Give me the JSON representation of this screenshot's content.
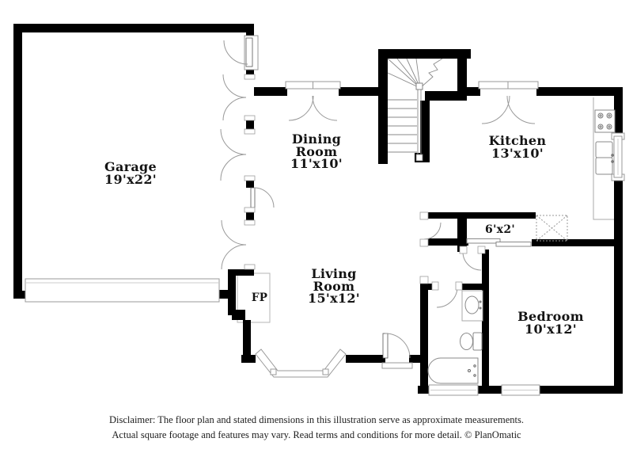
{
  "floorplan": {
    "rooms": [
      {
        "id": "garage",
        "lines": [
          "Garage",
          "19'x22'"
        ]
      },
      {
        "id": "dining-room",
        "lines": [
          "Dining",
          "Room",
          "11'x10'"
        ]
      },
      {
        "id": "kitchen",
        "lines": [
          "Kitchen",
          "13'x10'"
        ]
      },
      {
        "id": "living-room",
        "lines": [
          "Living",
          "Room",
          "15'x12'"
        ]
      },
      {
        "id": "bedroom",
        "lines": [
          "Bedroom",
          "10'x12'"
        ]
      },
      {
        "id": "closet",
        "lines": [
          "6'x2'"
        ]
      },
      {
        "id": "fireplace",
        "lines": [
          "FP"
        ]
      }
    ],
    "colors": {
      "wall": "#000000",
      "fixture_stroke": "#8a8a8a",
      "text": "#141414"
    }
  },
  "footer": {
    "disclaimer_line1": "Disclaimer: The floor plan and stated dimensions in this illustration serve as approximate measurements.",
    "disclaimer_line2": "Actual square footage and features may vary. Read terms and conditions for more detail. © PlanOmatic"
  }
}
